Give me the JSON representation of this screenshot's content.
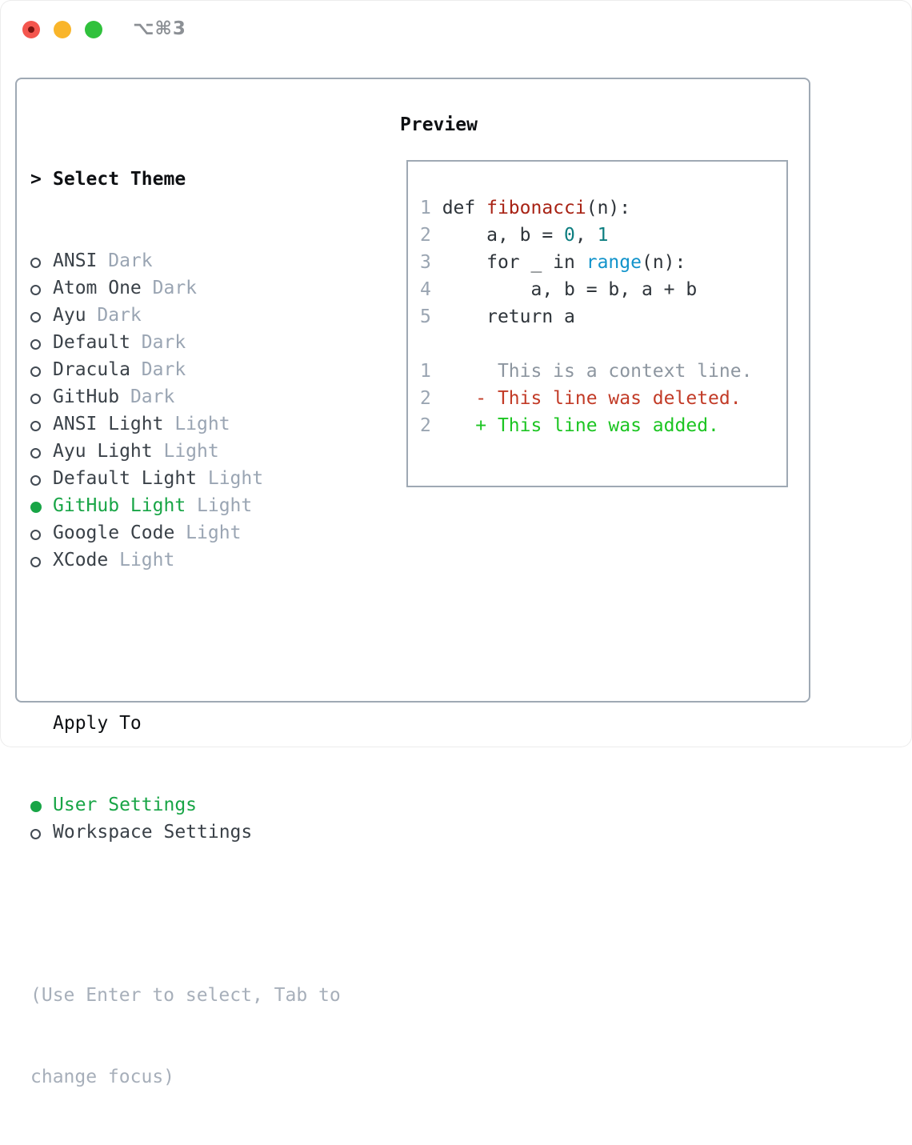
{
  "window": {
    "shortcut_label": "⌥⌘3",
    "traffic_lights": [
      "close",
      "minimize",
      "zoom"
    ]
  },
  "colors": {
    "panel-border": "#9fa9b4",
    "header-text": "#0e1013",
    "item-text": "#3a4148",
    "variant-text": "#9aa5b3",
    "selected-green": "#18a546",
    "radio-ring": "#424a53",
    "hint-text": "#a7afba",
    "linenum": "#9aa5b2",
    "code-text": "#2e343a",
    "func-red": "#a82315",
    "number-teal": "#0d7e80",
    "builtin-blue": "#1193cb",
    "context-gray": "#8d96a0",
    "deleted-red": "#c23b27",
    "added-green": "#1cc522",
    "shortcut-gray": "#8c9095",
    "traffic-red": "#f4564e",
    "traffic-red-dot": "#7a1410",
    "traffic-yellow": "#f9b52a",
    "traffic-green": "#30c13c"
  },
  "theme_panel": {
    "header": {
      "marker": ">",
      "label": "Select Theme"
    },
    "themes": [
      {
        "name": "ANSI",
        "variant": "Dark",
        "selected": false
      },
      {
        "name": "Atom One",
        "variant": "Dark",
        "selected": false
      },
      {
        "name": "Ayu",
        "variant": "Dark",
        "selected": false
      },
      {
        "name": "Default",
        "variant": "Dark",
        "selected": false
      },
      {
        "name": "Dracula",
        "variant": "Dark",
        "selected": false
      },
      {
        "name": "GitHub",
        "variant": "Dark",
        "selected": false
      },
      {
        "name": "ANSI Light",
        "variant": "Light",
        "selected": false
      },
      {
        "name": "Ayu Light",
        "variant": "Light",
        "selected": false
      },
      {
        "name": "Default Light",
        "variant": "Light",
        "selected": false
      },
      {
        "name": "GitHub Light",
        "variant": "Light",
        "selected": true
      },
      {
        "name": "Google Code",
        "variant": "Light",
        "selected": false
      },
      {
        "name": "XCode",
        "variant": "Light",
        "selected": false
      }
    ],
    "apply_to": {
      "label": "Apply To",
      "options": [
        {
          "name": "User Settings",
          "selected": true
        },
        {
          "name": "Workspace Settings",
          "selected": false
        }
      ]
    },
    "hint_lines": [
      "(Use Enter to select, Tab to",
      "change focus)"
    ]
  },
  "preview": {
    "title": "Preview",
    "code_lines": [
      {
        "num": "1",
        "segments": [
          {
            "t": "def ",
            "c": "code"
          },
          {
            "t": "fibonacci",
            "c": "func"
          },
          {
            "t": "(n):",
            "c": "code"
          }
        ]
      },
      {
        "num": "2",
        "segments": [
          {
            "t": "    a, b = ",
            "c": "code"
          },
          {
            "t": "0",
            "c": "num"
          },
          {
            "t": ", ",
            "c": "code"
          },
          {
            "t": "1",
            "c": "num"
          }
        ]
      },
      {
        "num": "3",
        "segments": [
          {
            "t": "    for _ in ",
            "c": "code"
          },
          {
            "t": "range",
            "c": "builtin"
          },
          {
            "t": "(n):",
            "c": "code"
          }
        ]
      },
      {
        "num": "4",
        "segments": [
          {
            "t": "        a, b = b, a + b",
            "c": "code"
          }
        ]
      },
      {
        "num": "5",
        "segments": [
          {
            "t": "    return a",
            "c": "code"
          }
        ]
      }
    ],
    "diff_lines": [
      {
        "num": "1",
        "segments": [
          {
            "t": "     This is a context line.",
            "c": "context"
          }
        ]
      },
      {
        "num": "2",
        "segments": [
          {
            "t": "   - This line was deleted.",
            "c": "deleted"
          }
        ]
      },
      {
        "num": "2",
        "segments": [
          {
            "t": "   + This line was added.",
            "c": "added"
          }
        ]
      }
    ]
  }
}
